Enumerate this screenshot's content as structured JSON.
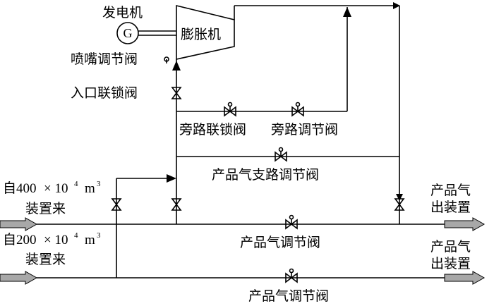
{
  "labels": {
    "generator": "发电机",
    "generator_symbol": "G",
    "expander": "膨胀机",
    "nozzle_valve": "喷嘴调节阀",
    "inlet_interlock_valve": "入口联锁阀",
    "bypass_interlock_valve": "旁路联锁阀",
    "bypass_control_valve": "旁路调节阀",
    "branch_control_valve": "产品气支路调节阀",
    "source_400_prefix": "自400",
    "source_400_mid": "× 10",
    "source_400_sup": "4",
    "source_400_unit": "m",
    "source_400_unit_sup": "3",
    "source_400_line2": "装置来",
    "source_200_prefix": "自200",
    "source_200_mid": "× 10",
    "source_200_sup": "4",
    "source_200_unit": "m",
    "source_200_unit_sup": "3",
    "source_200_line2": "装置来",
    "product_out_1_line1": "产品气",
    "product_out_1_line2": "出装置",
    "product_out_2_line1": "产品气",
    "product_out_2_line2": "出装置",
    "product_valve_1": "产品气调节阀",
    "product_valve_2": "产品气调节阀"
  }
}
